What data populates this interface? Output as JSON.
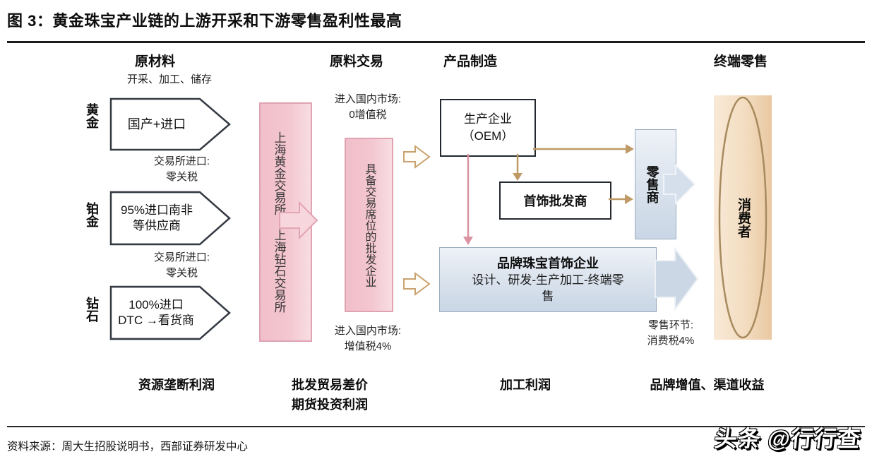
{
  "title": "图 3：黄金珠宝产业链的上游开采和下游零售盈利性最高",
  "headers": {
    "raw_material": "原材料",
    "raw_trading": "原料交易",
    "manufacturing": "产品制造",
    "terminal_retail": "终端零售"
  },
  "upstream": {
    "process_note": "开采、加工、储存",
    "materials": [
      {
        "label": "黄金",
        "source": "国产+进口",
        "note_line1": "交易所进口:",
        "note_line2": "零关税"
      },
      {
        "label": "铂金",
        "source": "95%进口南非等供应商",
        "note_line1": "交易所进口:",
        "note_line2": "零关税"
      },
      {
        "label": "钻石",
        "source": "100%进口 DTC →看货商"
      }
    ],
    "profit_label": "资源垄断利润"
  },
  "trading": {
    "exchanges": "上海黄金交易所 上海钻石交易所",
    "wholesaler": "具备交易席位的批发企业",
    "note_top_line1": "进入国内市场:",
    "note_top_line2": "0增值税",
    "note_bottom_line1": "进入国内市场:",
    "note_bottom_line2": "增值税4%",
    "profit_line1": "批发贸易差价",
    "profit_line2": "期货投资利润"
  },
  "manufacturing": {
    "oem_line1": "生产企业",
    "oem_line2": "（OEM）",
    "jewelry_wholesaler": "首饰批发商",
    "retailer": "零售商",
    "brand_title": "品牌珠宝首饰企业",
    "brand_subtitle": "设计、研发-生产加工-终端零售",
    "retail_tax_line1": "零售环节:",
    "retail_tax_line2": "消费税4%",
    "profit_label": "加工利润",
    "brand_profit_label": "品牌增值、渠道收益"
  },
  "retail": {
    "consumer": "消费者"
  },
  "footer": {
    "source": "资料来源：周大生招股说明书，西部证券研发中心",
    "watermark": "头条 @行行查"
  },
  "colors": {
    "pink_fill_dark": "#f1bfca",
    "pink_fill_light": "#f8dde3",
    "pink_border": "#dfa3b2",
    "blue_fill_light": "#eef2f8",
    "blue_fill_dark": "#c9d6e5",
    "blue_border": "#9cabbf",
    "tan_arrow": "#bf9a66",
    "pink_arrow": "#dc93a3",
    "peach_fill": "#f3dcc0",
    "ellipse_border": "#a78b5e"
  }
}
